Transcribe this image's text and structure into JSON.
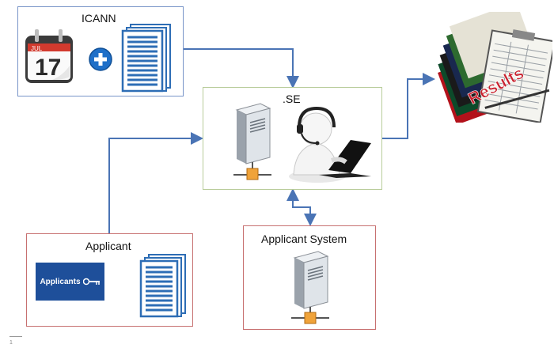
{
  "icann_box": {
    "title": "ICANN"
  },
  "se_box": {
    "title": ".SE"
  },
  "applicant_box": {
    "title": "Applicant",
    "logo_text": "Applicants"
  },
  "applicant_system_box": {
    "title": "Applicant System"
  },
  "results": {
    "text": "Results"
  },
  "calendar": {
    "month": "JUL",
    "day": "17"
  },
  "footnote": {
    "page_number": "1"
  },
  "colors": {
    "connector": "#4a74b5",
    "icann_border": "#7894c8",
    "se_border": "#b8cc9a",
    "applicant_border": "#c77070",
    "logo_bg": "#1e4f9a"
  },
  "icons": [
    "calendar-icon",
    "plus-icon",
    "document-stack-icon",
    "server-icon",
    "support-agent-icon",
    "results-folders-icon",
    "key-icon"
  ]
}
